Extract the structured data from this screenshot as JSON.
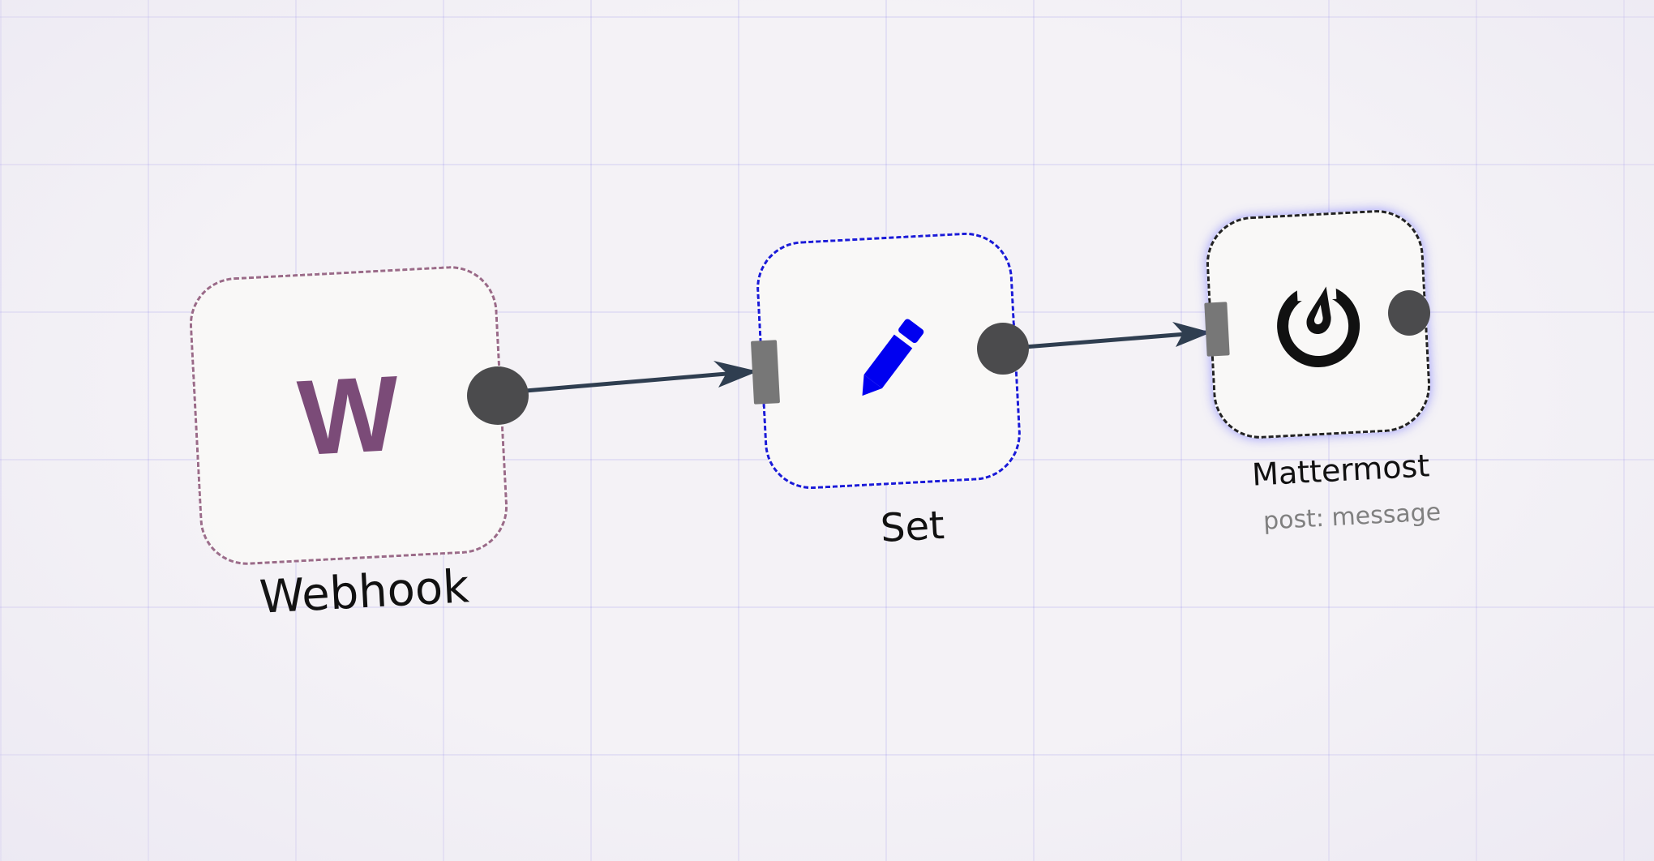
{
  "nodes": {
    "webhook": {
      "label": "Webhook",
      "icon_letter": "W",
      "icon": "webhook-letter-icon",
      "icon_color": "#7b4b78",
      "border_color": "#9a6a88"
    },
    "set": {
      "label": "Set",
      "icon": "pencil-icon",
      "icon_color": "#0000f0",
      "border_color": "#1a1ad8"
    },
    "mattermost": {
      "label": "Mattermost",
      "sublabel": "post: message",
      "icon": "mattermost-logo-icon",
      "icon_color": "#111111",
      "border_color": "#222222"
    }
  },
  "connections": [
    {
      "from": "webhook",
      "to": "set"
    },
    {
      "from": "set",
      "to": "mattermost"
    }
  ],
  "colors": {
    "connection": "#2f3e50",
    "port_output": "#4b4b4d",
    "port_input": "#777777"
  }
}
